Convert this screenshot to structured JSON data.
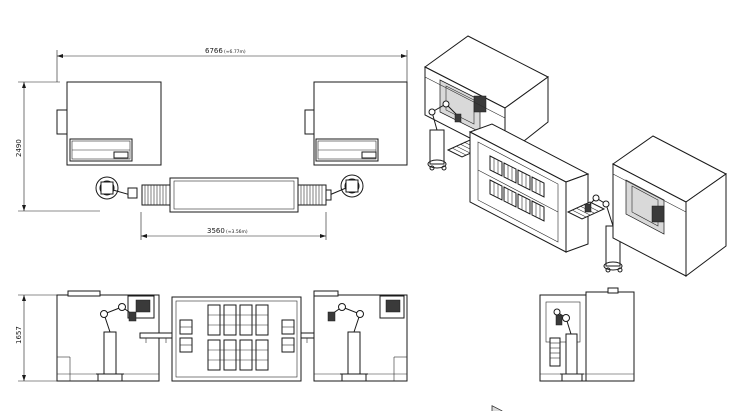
{
  "dimensions": {
    "top_width": {
      "value": "6766",
      "note": "(≈6.77m)"
    },
    "top_depth": {
      "value": "2490"
    },
    "middle_width": {
      "value": "3560",
      "note": "(≈3.56m)"
    },
    "front_height": {
      "value": "1657"
    }
  }
}
